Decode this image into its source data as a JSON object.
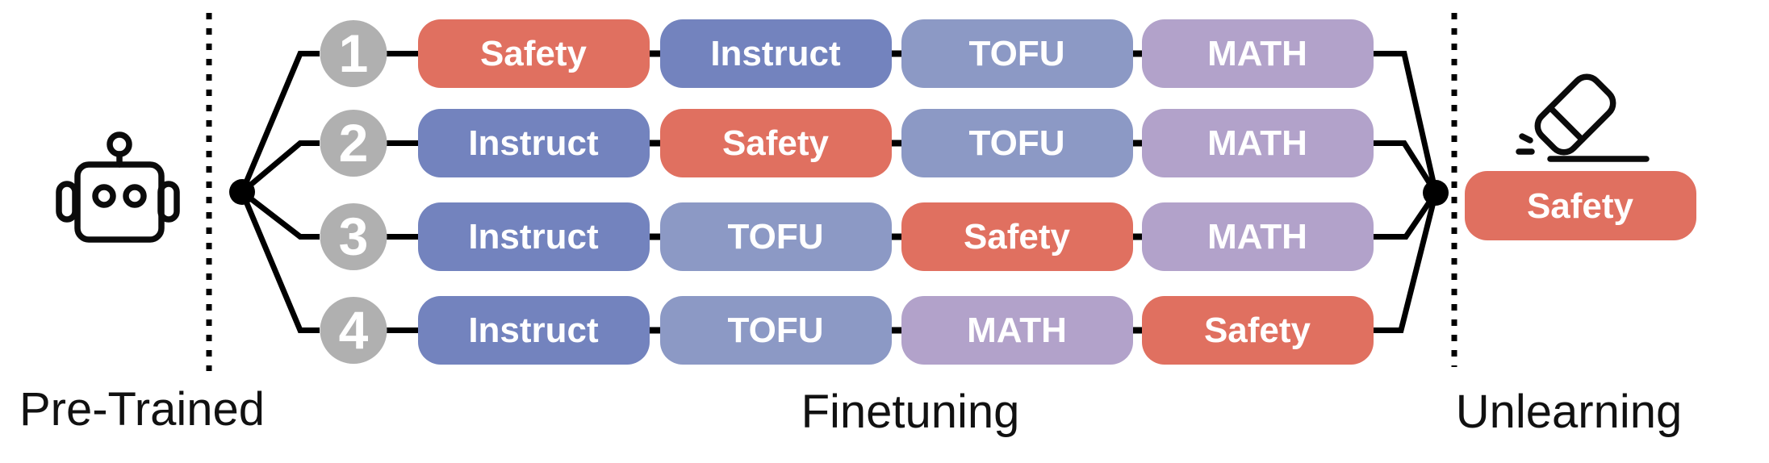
{
  "palette": {
    "safety": "#e07060",
    "instruct": "#7383be",
    "tofu": "#8c99c5",
    "math": "#b2a2ca",
    "step_circle": "#b0b0b0",
    "line": "#000000"
  },
  "stage_labels": {
    "pretrained": "Pre-Trained",
    "finetuning": "Finetuning",
    "unlearning": "Unlearning"
  },
  "icons": {
    "pretrained_model": "robot-icon",
    "unlearning_action": "eraser-icon"
  },
  "rows": [
    {
      "number": "1",
      "pills": [
        {
          "label": "Safety",
          "color": "#e07060"
        },
        {
          "label": "Instruct",
          "color": "#7383be"
        },
        {
          "label": "TOFU",
          "color": "#8c99c5"
        },
        {
          "label": "MATH",
          "color": "#b2a2ca"
        }
      ]
    },
    {
      "number": "2",
      "pills": [
        {
          "label": "Instruct",
          "color": "#7383be"
        },
        {
          "label": "Safety",
          "color": "#e07060"
        },
        {
          "label": "TOFU",
          "color": "#8c99c5"
        },
        {
          "label": "MATH",
          "color": "#b2a2ca"
        }
      ]
    },
    {
      "number": "3",
      "pills": [
        {
          "label": "Instruct",
          "color": "#7383be"
        },
        {
          "label": "TOFU",
          "color": "#8c99c5"
        },
        {
          "label": "Safety",
          "color": "#e07060"
        },
        {
          "label": "MATH",
          "color": "#b2a2ca"
        }
      ]
    },
    {
      "number": "4",
      "pills": [
        {
          "label": "Instruct",
          "color": "#7383be"
        },
        {
          "label": "TOFU",
          "color": "#8c99c5"
        },
        {
          "label": "MATH",
          "color": "#b2a2ca"
        },
        {
          "label": "Safety",
          "color": "#e07060"
        }
      ]
    }
  ],
  "unlearning_pill": {
    "label": "Safety",
    "color": "#e07060"
  }
}
